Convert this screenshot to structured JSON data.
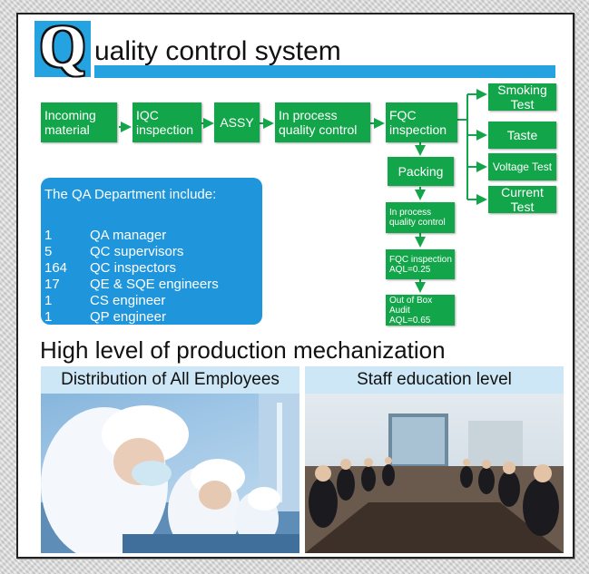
{
  "header": {
    "logo_letter": "Q",
    "title": "uality control system"
  },
  "colors": {
    "accent_blue": "#25a3e0",
    "step_green": "#13a54a",
    "qa_box_blue": "#1f95dc"
  },
  "flow": {
    "incoming_material": "Incoming\nmaterial",
    "iqc_inspection": "IQC\ninspection",
    "assy": "ASSY",
    "in_process_quality_control": "In process\nquality  control",
    "fqc_inspection": "FQC\ninspection",
    "smoking_test": "Smoking\nTest",
    "taste": "Taste",
    "voltage_test": "Voltage Test",
    "current_test": "Current\nTest",
    "packing": "Packing",
    "in_process_quality_control_2": "In process\nquality control",
    "fqc_inspection_aql": "FQC inspection\nAQL=0.25",
    "out_of_box_audit": "Out of Box Audit\nAQL=0.65"
  },
  "qa_department": {
    "heading": "The QA Department include:",
    "rows": [
      {
        "count": "1",
        "role": "QA manager"
      },
      {
        "count": "5",
        "role": "QC supervisors"
      },
      {
        "count": "164",
        "role": "QC inspectors"
      },
      {
        "count": "17",
        "role": "QE & SQE engineers"
      },
      {
        "count": "1",
        "role": "CS engineer"
      },
      {
        "count": "1",
        "role": "QP engineer"
      }
    ]
  },
  "subtitle": "High level of production mechanization",
  "photos": {
    "left_caption": "Distribution of All Employees",
    "right_caption": "Staff education level"
  }
}
